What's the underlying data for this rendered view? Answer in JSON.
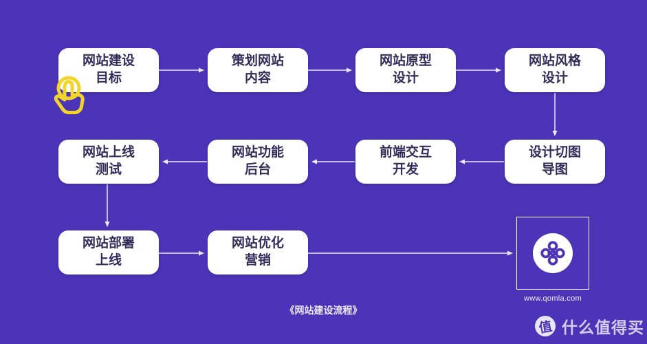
{
  "flow": {
    "caption": "《网站建设流程》",
    "nodes": [
      {
        "id": "website-goal",
        "label": "网站建设\n目标"
      },
      {
        "id": "content-planning",
        "label": "策划网站\n内容"
      },
      {
        "id": "prototype-design",
        "label": "网站原型\n设计"
      },
      {
        "id": "style-design",
        "label": "网站风格\n设计"
      },
      {
        "id": "launch-testing",
        "label": "网站上线\n测试"
      },
      {
        "id": "backend-features",
        "label": "网站功能\n后台"
      },
      {
        "id": "frontend-dev",
        "label": "前端交互\n开发"
      },
      {
        "id": "design-slicing",
        "label": "设计切图\n导图"
      },
      {
        "id": "deployment",
        "label": "网站部署\n上线"
      },
      {
        "id": "optimization-marketing",
        "label": "网站优化\n营销"
      }
    ],
    "edges": [
      "website-goal→content-planning",
      "content-planning→prototype-design",
      "prototype-design→style-design",
      "style-design→design-slicing",
      "design-slicing→frontend-dev",
      "frontend-dev→backend-features",
      "backend-features→launch-testing",
      "launch-testing→deployment",
      "deployment→optimization-marketing",
      "optimization-marketing→logo"
    ]
  },
  "logo": {
    "website": "www.qomla.com"
  },
  "watermark": {
    "badge": "值",
    "text": "什么值得买"
  },
  "colors": {
    "background": "#4C34B9",
    "node_fill": "#FFFFFF",
    "node_text": "#322D5B",
    "arrow": "#ECEAF8",
    "cursor_yellow": "#F2D528"
  }
}
